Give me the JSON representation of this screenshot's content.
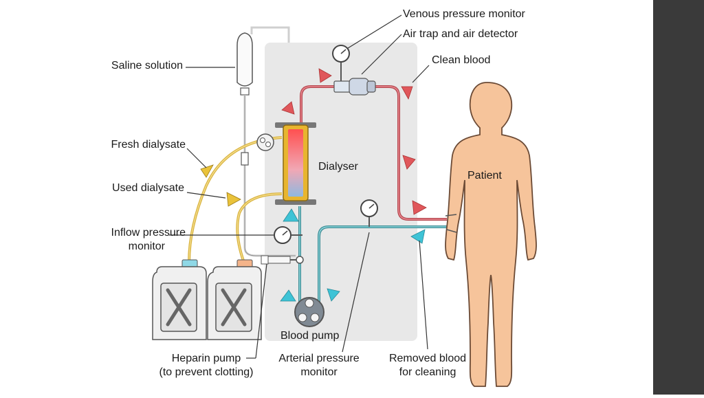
{
  "labels": {
    "venous_pressure_monitor": "Venous pressure monitor",
    "air_trap": "Air trap and air detector",
    "clean_blood": "Clean blood",
    "saline_solution": "Saline solution",
    "fresh_dialysate": "Fresh dialysate",
    "used_dialysate": "Used dialysate",
    "dialyser": "Dialyser",
    "patient": "Patient",
    "inflow_pressure_monitor": [
      "Inflow pressure",
      "monitor"
    ],
    "blood_pump": "Blood pump",
    "heparin_pump": [
      "Heparin pump",
      "(to prevent clotting)"
    ],
    "arterial_pressure_monitor": [
      "Arterial pressure",
      "monitor"
    ],
    "removed_blood": [
      "Removed blood",
      "for cleaning"
    ]
  },
  "colors": {
    "clean_line": "#b5484f",
    "clean_arrow": "#e0575b",
    "removed_line": "#3f8e96",
    "removed_arrow": "#3ec3d6",
    "dialysate_line": "#d9b340",
    "dialysate_arrow": "#e9c23a",
    "machine_panel": "#e8e8e8",
    "patient_fill": "#f6c49b",
    "patient_stroke": "#6b4a35"
  }
}
